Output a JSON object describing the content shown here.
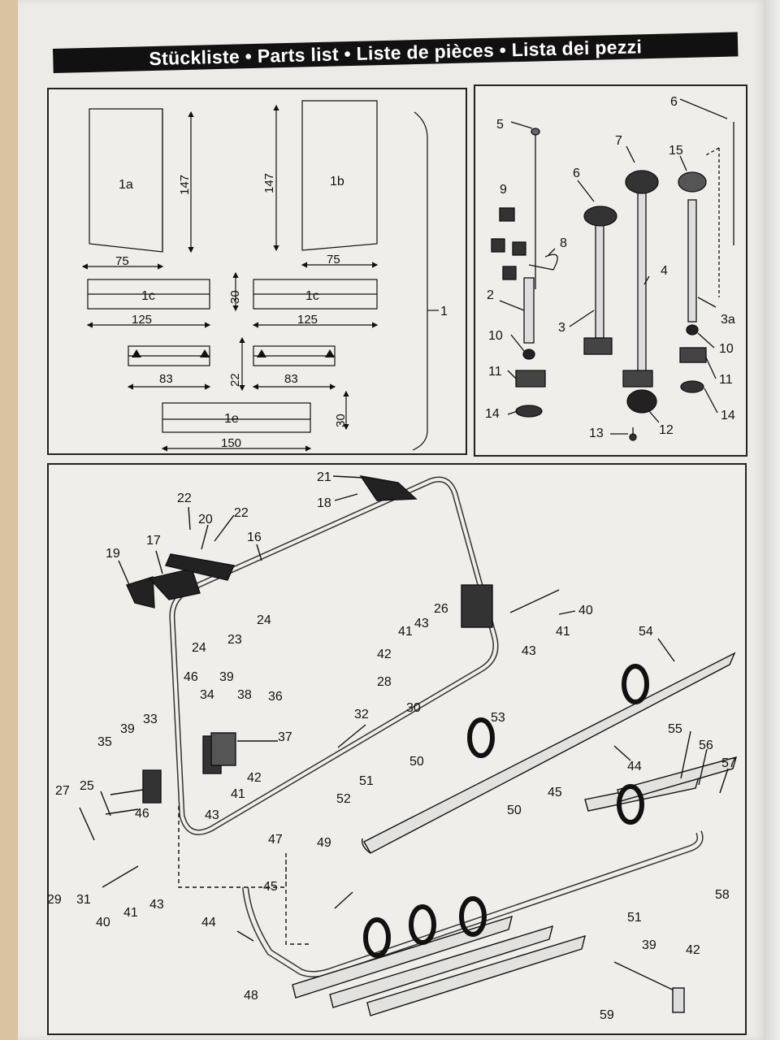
{
  "header": {
    "title": "Stückliste • Parts list • Liste de pièces • Lista dei pezzi"
  },
  "pads_panel": {
    "pad_1a": {
      "label": "1a",
      "height": "147",
      "width": "75"
    },
    "pad_1b": {
      "label": "1b",
      "height": "147",
      "width": "75"
    },
    "pad_1c_left": {
      "label": "1c",
      "height": "30",
      "width": "125"
    },
    "pad_1c_right": {
      "label": "1c",
      "width": "125"
    },
    "pad_1d_left": {
      "height": "22",
      "width": "83"
    },
    "pad_1d_right": {
      "width": "83"
    },
    "pad_1e": {
      "label": "1e",
      "height": "30",
      "width": "150"
    },
    "strip_label": "1"
  },
  "supports_panel": {
    "labels": [
      "5",
      "6",
      "7",
      "15",
      "9",
      "8",
      "6",
      "2",
      "4",
      "3a",
      "3",
      "10",
      "10",
      "11",
      "11",
      "14",
      "14",
      "13",
      "12"
    ]
  },
  "main_panel": {
    "labels": [
      "21",
      "18",
      "22",
      "20",
      "22",
      "16",
      "19",
      "17",
      "24",
      "23",
      "24",
      "26",
      "43",
      "40",
      "41",
      "43",
      "41",
      "42",
      "28",
      "30",
      "54",
      "46",
      "39",
      "34",
      "38",
      "36",
      "33",
      "39",
      "35",
      "37",
      "32",
      "53",
      "50",
      "44",
      "55",
      "56",
      "57",
      "27",
      "25",
      "46",
      "42",
      "41",
      "51",
      "52",
      "50",
      "45",
      "43",
      "49",
      "47",
      "29",
      "31",
      "40",
      "41",
      "43",
      "45",
      "44",
      "58",
      "51",
      "39",
      "42",
      "48",
      "59"
    ]
  }
}
